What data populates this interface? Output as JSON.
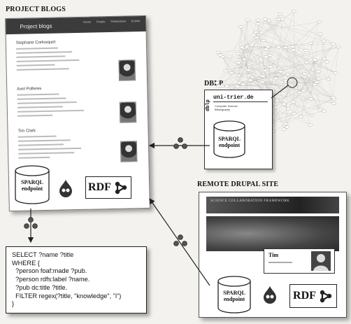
{
  "captions": {
    "project_blogs": "PROJECT BLOGS",
    "dblp": "DBLP",
    "remote_drupal": "REMOTE DRUPAL SITE"
  },
  "blogs_page": {
    "header_title": "Project blogs",
    "nav": [
      "Home",
      "People",
      "Publications",
      "Events"
    ],
    "people": [
      {
        "name": "Stephane Corlosquet"
      },
      {
        "name": "Axel Polleres"
      },
      {
        "name": "Tim Clark"
      }
    ]
  },
  "endpoint": {
    "line1": "SPARQL",
    "line2": "endpoint"
  },
  "rdf_label": "RDF",
  "query": {
    "lines": [
      "SELECT ?name ?title",
      "WHERE {",
      "  ?person foaf:made ?pub.",
      "  ?person rdfs:label ?name.",
      "  ?pub dc:title ?title.",
      "  FILTER regex(?title, \"knowledge\", \"i\")",
      "}"
    ]
  },
  "dblp_doc": {
    "url": "uni-trier.de",
    "tag": "dblp",
    "sub_lines": [
      "Computer Science",
      "Bibliography"
    ]
  },
  "drupal_site": {
    "banner": "SCIENCE COLLABORATION FRAMEWORK",
    "card_name": "Tim"
  }
}
